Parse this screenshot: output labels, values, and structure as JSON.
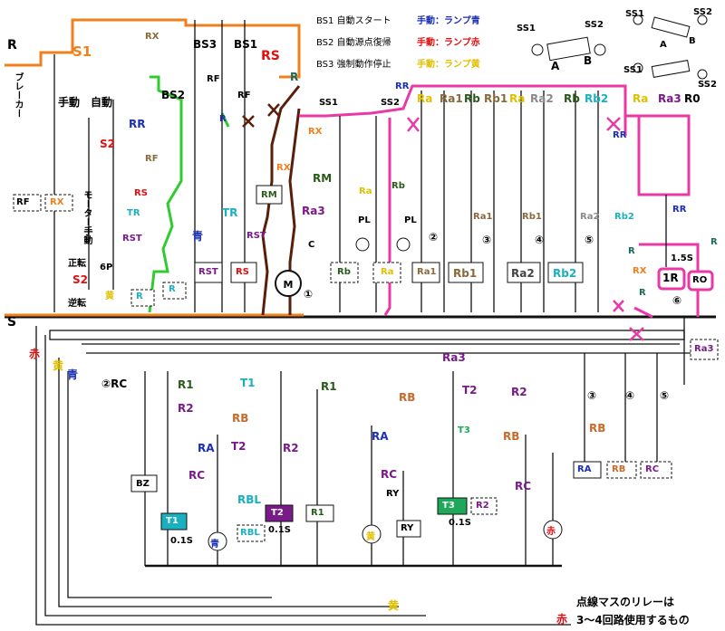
{
  "legend": {
    "bs1": "BS1  自動スタート",
    "bs2": "BS2  自動源点復帰",
    "bs3": "BS3  強制動作停止",
    "manual_blue": "手動：ランプ青",
    "manual_red": "手動：ランプ赤",
    "manual_yellow": "手動：ランプ黄"
  },
  "switch_labels": {
    "ss1": "SS1",
    "ss2": "SS2",
    "a": "A",
    "b": "B"
  },
  "left_labels": {
    "r": "R",
    "s1": "S1",
    "breaker": "ブレーカー",
    "manual": "手動",
    "auto": "自動",
    "s2": "S2",
    "motor_hand": "モーター手動",
    "forward": "正転",
    "reverse": "逆転",
    "s": "S",
    "sixp": "6P",
    "rf": "RF",
    "rx": "RX",
    "tr": "TR",
    "rst": "RST",
    "rs": "RS"
  },
  "upper_labels": {
    "rx": "RX",
    "bs3": "BS3",
    "bs1": "BS1",
    "rs": "RS",
    "bs2": "BS2",
    "rf": "RF",
    "r": "R",
    "rr": "RR",
    "rm": "RM",
    "ra3": "Ra3",
    "c": "C",
    "m": "M",
    "ss1": "SS1",
    "ss2": "SS2",
    "ra": "Ra",
    "rb": "Rb",
    "pl": "PL",
    "blue": "青",
    "circle1": "①",
    "circle2": "②",
    "circle3": "③",
    "circle4": "④",
    "circle5": "⑤",
    "circle6": "⑥",
    "one_r": "1R",
    "ro": "RO",
    "ra1": "Ra1",
    "rb1": "Rb1",
    "ra2": "Ra2",
    "rb2": "Rb2",
    "r0": "R0",
    "t15": "1.5S"
  },
  "lower_labels": {
    "red": "赤",
    "yellow": "黄",
    "blue": "青",
    "rc2": "②RC",
    "r1": "R1",
    "r2": "R2",
    "t1": "T1",
    "t2": "T2",
    "t3": "T3",
    "rb": "RB",
    "ra": "RA",
    "rc": "RC",
    "bz": "BZ",
    "rbl": "RBL",
    "ry": "RY",
    "ra3": "Ra3",
    "t01": "0.1S",
    "circle3": "③",
    "circle4": "④",
    "circle5": "⑤"
  },
  "note": {
    "line1": "点線マスのリレーは",
    "line2": "3～4回路使用するもの",
    "red": "赤"
  },
  "colors": {
    "orange": "#f07f1e",
    "green": "#2ecc2e",
    "brown": "#5a1e0a",
    "pink": "#e83aa6",
    "black": "#111111",
    "blue": "#1a2fb4",
    "red": "#e01010",
    "yellow": "#e0c000",
    "purple": "#7a1a8a",
    "cyan": "#1ab0c0",
    "teal": "#00a0b0",
    "darkgreen": "#2a5a1a"
  }
}
